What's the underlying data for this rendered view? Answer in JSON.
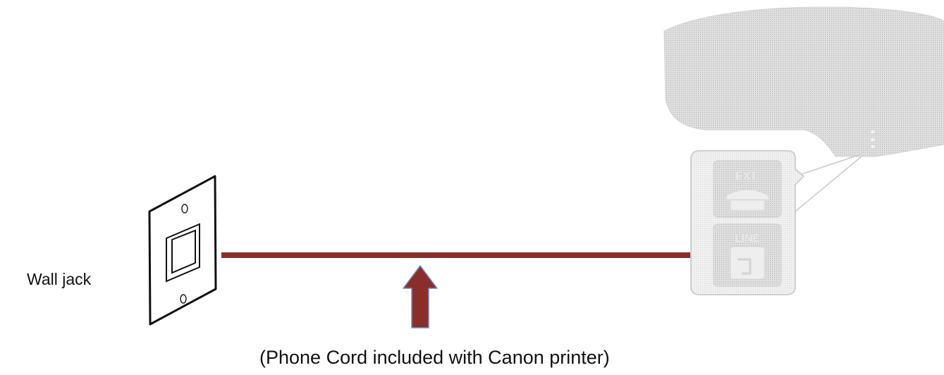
{
  "labels": {
    "wall_jack": "Wall jack",
    "caption": "(Phone Cord included with Canon printer)"
  },
  "printer_ports": {
    "ext": "EXT.",
    "line": "LINE"
  },
  "colors": {
    "cord": "#8b2e2a",
    "arrow_fill": "#8b2e2a",
    "arrow_outline": "#6f8fc9",
    "printer_gray": "#c8c8c8",
    "printer_outline": "#cfcfcf",
    "jack_outline": "#111111"
  },
  "icons": {
    "wall_jack": "wall-jack-icon",
    "printer": "printer-icon",
    "arrow": "up-arrow-icon",
    "ext_port": "telephone-icon",
    "line_port": "line-port-icon"
  }
}
